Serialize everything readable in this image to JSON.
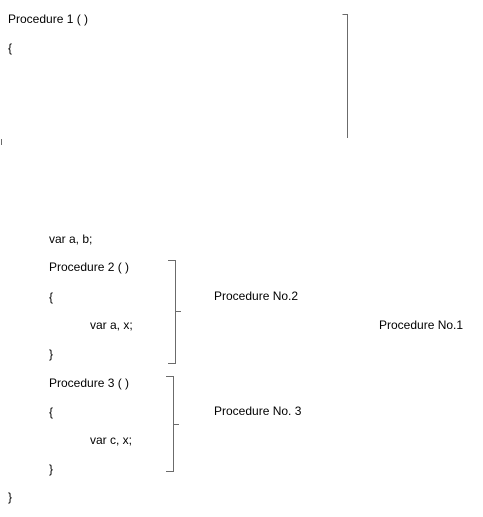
{
  "code": {
    "outer_header": "Procedure 1 ( )",
    "outer_open": "{",
    "outer_vars": "var a, b;",
    "p2_header": "Procedure 2 ( )",
    "p2_open": "{",
    "p2_vars": "var a, x;",
    "p2_close": "}",
    "p3_header": "Procedure 3 ( )",
    "p3_open": "{",
    "p3_vars": "var c, x;",
    "p3_close": "}",
    "outer_close": "}"
  },
  "labels": {
    "procedure_no2": "Procedure No.2",
    "procedure_no3": "Procedure No. 3",
    "procedure_no1": "Procedure No.1"
  }
}
